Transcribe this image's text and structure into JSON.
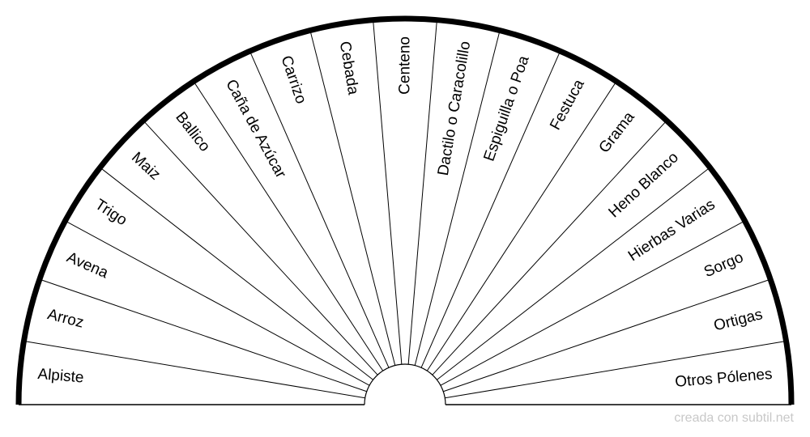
{
  "chart_data": {
    "type": "semicircle-chart",
    "segments": [
      "Alpiste",
      "Arroz",
      "Avena",
      "Trigo",
      "Maiz",
      "Ballico",
      "Caña de Azúcar",
      "Carrizo",
      "Cebada",
      "Centeno",
      "Dactilo o Caracolillo",
      "Espiguilla o Poa",
      "Festuca",
      "Grama",
      "Heno Blanco",
      "Hierbas Varias",
      "Sorgo",
      "Ortigas",
      "Otros Pólenes"
    ]
  },
  "footer": {
    "credit": "creada con subtil.net"
  },
  "colors": {
    "line": "#000000",
    "credit": "#c8c8c8"
  }
}
